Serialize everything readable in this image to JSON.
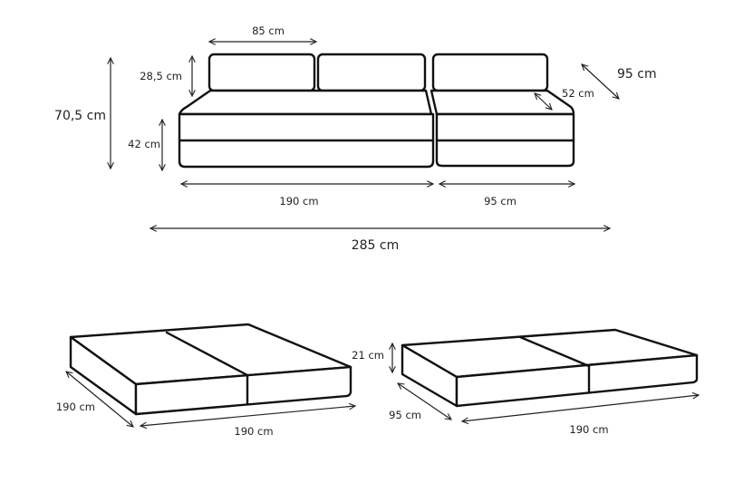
{
  "diagram": {
    "colors": {
      "stroke": "#111111",
      "background": "#ffffff",
      "label": "#222222"
    },
    "sofa": {
      "labels": {
        "backrest_width": "85 cm",
        "backrest_height": "28,5 cm",
        "total_height": "70,5 cm",
        "seat_height": "42 cm",
        "seat_depth": "52 cm",
        "total_depth": "95 cm",
        "left_module_width": "190 cm",
        "right_module_width": "95 cm",
        "total_width": "285 cm"
      }
    },
    "bed_large": {
      "labels": {
        "depth": "190 cm",
        "width": "190 cm"
      }
    },
    "bed_small": {
      "labels": {
        "height": "21 cm",
        "depth": "95 cm",
        "width": "190 cm"
      }
    }
  }
}
